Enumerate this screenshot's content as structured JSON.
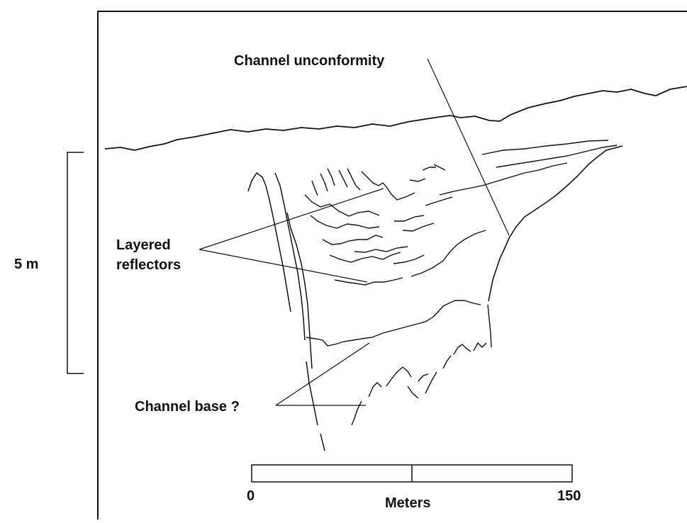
{
  "labels": {
    "channel_unconformity": "Channel unconformity",
    "layered_line1": "Layered",
    "layered_line2": "reflectors",
    "channel_base": "Channel base ?",
    "vertical_scale": "5 m"
  },
  "scale_bar": {
    "start_label": "0",
    "end_label": "150",
    "unit_label": "Meters"
  },
  "colors": {
    "ink": "#111111",
    "background": "#ffffff"
  }
}
